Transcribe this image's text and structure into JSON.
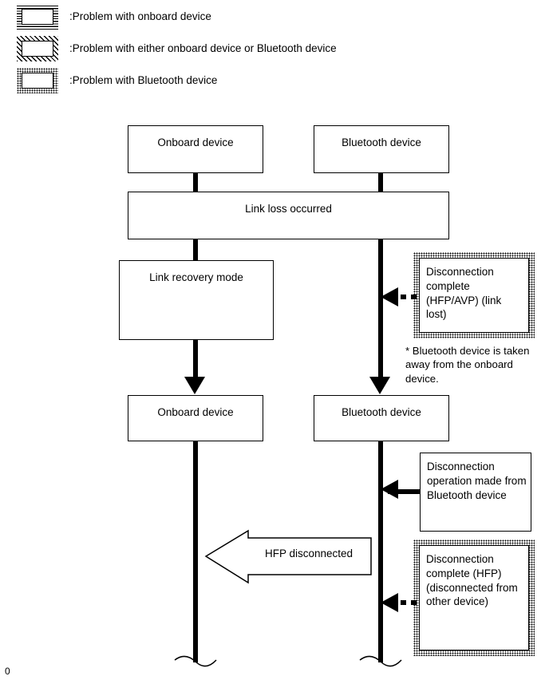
{
  "legend": {
    "items": [
      {
        "label": ":Problem with onboard device",
        "pattern": "horizontal-hatch",
        "icon": "legend-swatch-onboard"
      },
      {
        "label": ":Problem with either onboard device or Bluetooth device",
        "pattern": "diagonal-hatch",
        "icon": "legend-swatch-either"
      },
      {
        "label": ":Problem with Bluetooth device",
        "pattern": "dotted",
        "icon": "legend-swatch-bluetooth"
      }
    ]
  },
  "diagram": {
    "boxes": {
      "onboard_device_top": "Onboard device",
      "bluetooth_device_top": "Bluetooth device",
      "link_loss_occurred": "Link loss occurred",
      "link_recovery_mode": "Link recovery mode",
      "onboard_device_bottom": "Onboard device",
      "bluetooth_device_bottom": "Bluetooth device",
      "disconnection_complete_hfp_avp": "Disconnection complete (HFP/AVP) (link lost)",
      "disconnection_operation": "Disconnection operation made from Bluetooth device",
      "disconnection_complete_hfp": "Disconnection complete (HFP) (disconnected from other device)"
    },
    "arrows": {
      "hfp_disconnected": "HFP disconnected"
    },
    "notes": {
      "bluetooth_taken_away": "* Bluetooth device is taken away from the onboard device."
    }
  },
  "page": {
    "corner_marker": "0"
  },
  "colors": {
    "line": "#000000",
    "fill": "#ffffff",
    "background": "#ffffff"
  }
}
